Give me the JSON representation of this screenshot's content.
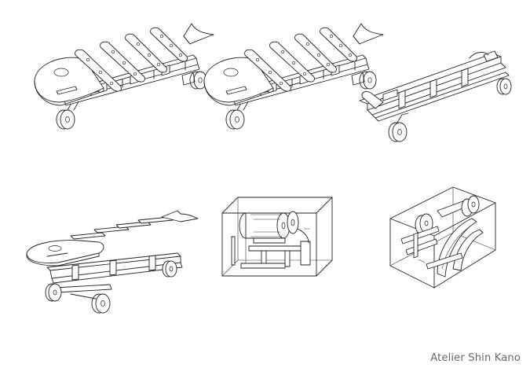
{
  "credit": "Atelier Shin Kano",
  "drawings": [
    {
      "id": "fish-cart-assembled"
    },
    {
      "id": "fish-cart-variant"
    },
    {
      "id": "chassis-frame"
    },
    {
      "id": "fish-cart-perspective"
    },
    {
      "id": "mechanism-box-front"
    },
    {
      "id": "mechanism-box-angled"
    }
  ]
}
